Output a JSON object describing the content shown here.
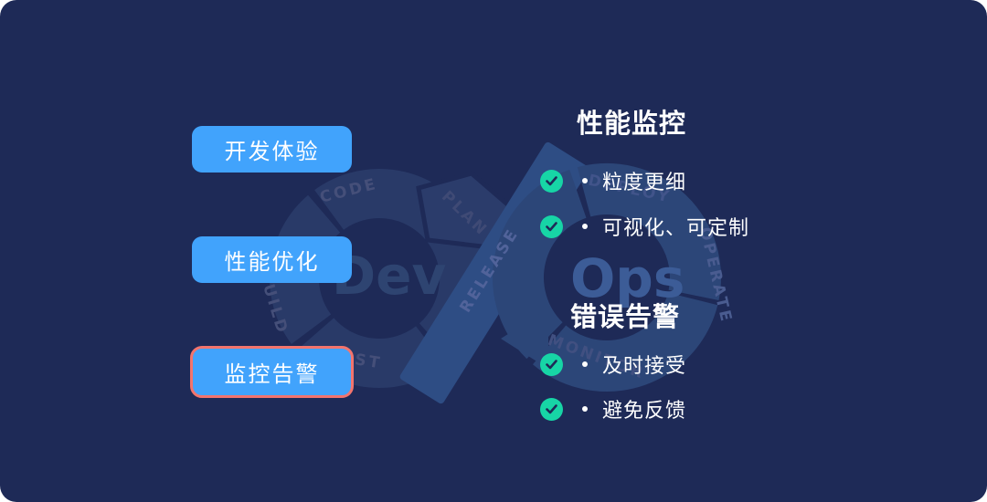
{
  "theme": {
    "card_background": "#1e2a57",
    "page_background": "#ffffff",
    "button_blue": "#41a3fc",
    "highlight_border_red": "#f3746d",
    "check_teal": "#17d5a6",
    "text_white": "#ffffff",
    "loop_ring_dark": "#293a68",
    "loop_ring_bright": "#2c4678"
  },
  "left_menu": {
    "buttons": [
      {
        "label": "开发体验",
        "highlighted": false
      },
      {
        "label": "性能优化",
        "highlighted": false
      },
      {
        "label": "监控告警",
        "highlighted": true
      }
    ]
  },
  "sections": [
    {
      "title": "性能监控",
      "items": [
        {
          "icon": "check-circle-icon",
          "text": "粒度更细"
        },
        {
          "icon": "check-circle-icon",
          "text": "可视化、可定制"
        }
      ]
    },
    {
      "title": "错误告警",
      "items": [
        {
          "icon": "check-circle-icon",
          "text": "及时接受"
        },
        {
          "icon": "check-circle-icon",
          "text": "避免反馈"
        }
      ]
    }
  ],
  "devops_loop": {
    "dev": "Dev",
    "ops": "Ops",
    "stages": [
      "CODE",
      "PLAN",
      "BUILD",
      "TEST",
      "RELEASE",
      "DEPLOY",
      "OPERATE",
      "MONITOR"
    ]
  }
}
